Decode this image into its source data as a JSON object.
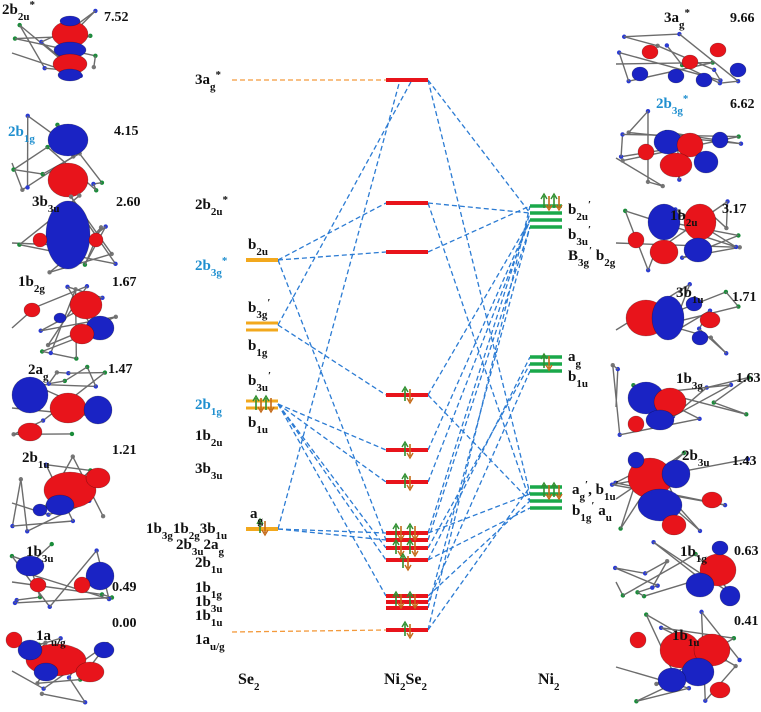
{
  "colors": {
    "red_level": "#e8141b",
    "orange_level": "#f2a81d",
    "green_level": "#1aa84a",
    "connector_blue": "#2b7bd3",
    "connector_orange": "#f39a3c",
    "orbital_red": "#e8141b",
    "orbital_blue": "#1a23c4",
    "label_blue": "#1f8fcf"
  },
  "columns": {
    "se2": "Se",
    "se2_sub": "2",
    "ni2se2": "Ni",
    "ni2se2_sub1": "2",
    "ni2se2_mid": "Se",
    "ni2se2_sub2": "2",
    "ni2": "Ni",
    "ni2_sub": "2"
  },
  "left_panel": [
    {
      "label": "2b",
      "sub": "2u",
      "sup": "*",
      "value": "7.52",
      "blue": false
    },
    {
      "label": "2b",
      "sub": "1g",
      "sup": "",
      "value": "4.15",
      "blue": true
    },
    {
      "label": "3b",
      "sub": "3u",
      "sup": "",
      "value": "2.60",
      "blue": false
    },
    {
      "label": "1b",
      "sub": "2g",
      "sup": "",
      "value": "1.67",
      "blue": false
    },
    {
      "label": "2a",
      "sub": "g",
      "sup": "",
      "value": "1.47",
      "blue": false
    },
    {
      "label": "2b",
      "sub": "1u",
      "sup": "",
      "value": "1.21",
      "blue": false
    },
    {
      "label": "1b",
      "sub": "3u",
      "sup": "",
      "value": "0.49",
      "blue": false
    },
    {
      "label": "1a",
      "sub": "u/g",
      "sup": "",
      "value": "0.00",
      "blue": false
    }
  ],
  "right_panel": [
    {
      "label": "3a",
      "sub": "g",
      "sup": "*",
      "value": "9.66",
      "blue": false
    },
    {
      "label": "2b",
      "sub": "3g",
      "sup": "*",
      "value": "6.62",
      "blue": true
    },
    {
      "label": "1b",
      "sub": "2u",
      "sup": "",
      "value": "3.17",
      "blue": false
    },
    {
      "label": "3b",
      "sub": "1u",
      "sup": "",
      "value": "1.71",
      "blue": false
    },
    {
      "label": "1b",
      "sub": "3g",
      "sup": "",
      "value": "1.63",
      "blue": false
    },
    {
      "label": "2b",
      "sub": "3u",
      "sup": "",
      "value": "1.43",
      "blue": false
    },
    {
      "label": "1b",
      "sub": "1g",
      "sup": "",
      "value": "0.63",
      "blue": false
    },
    {
      "label": "1b",
      "sub": "1u",
      "sup": "",
      "value": "0.41",
      "blue": false
    }
  ],
  "center_labels": [
    {
      "text": "3a",
      "sub": "g",
      "sup": "*",
      "blue": false
    },
    {
      "text": "2b",
      "sub": "2u",
      "sup": "*",
      "blue": false
    },
    {
      "text": "2b",
      "sub": "3g",
      "sup": "*",
      "blue": true
    },
    {
      "text": "2b",
      "sub": "1g",
      "sup": "",
      "blue": true
    },
    {
      "text": "1b",
      "sub": "2u",
      "sup": "",
      "blue": false
    },
    {
      "text": "3b",
      "sub": "3u",
      "sup": "",
      "blue": false
    },
    {
      "text": "1b",
      "sub": "3g",
      "sup": "",
      "blue": false
    },
    {
      "text": "2b",
      "sub": "3u",
      "sup": "",
      "blue": false
    },
    {
      "text": "2b",
      "sub": "1u",
      "sup": "",
      "blue": false
    },
    {
      "text": "1b",
      "sub": "1g",
      "sup": "",
      "blue": false
    },
    {
      "text": "1b",
      "sub": "3u",
      "sup": "",
      "blue": false
    },
    {
      "text": "1b",
      "sub": "1u",
      "sup": "",
      "blue": false
    },
    {
      "text": "1a",
      "sub": "u/g",
      "sup": "",
      "blue": false
    }
  ],
  "center_inline": {
    "row_a": [
      "1b",
      "3g",
      "1b",
      "2g",
      "3b",
      "1u"
    ],
    "row_b": [
      "2b",
      "3u",
      "2a",
      "g"
    ]
  },
  "se2_levels": [
    {
      "label": "b",
      "sub": "2u",
      "prime": ""
    },
    {
      "label": "b",
      "sub": "3g",
      "prime": "′"
    },
    {
      "label": "b",
      "sub": "1g",
      "prime": ""
    },
    {
      "label": "b",
      "sub": "3u",
      "prime": "′"
    },
    {
      "label": "b",
      "sub": "1u",
      "prime": ""
    },
    {
      "label": "a",
      "sub": "g",
      "prime": ""
    }
  ],
  "ni2_labels": [
    {
      "label": "b",
      "sub": "2u",
      "prime": "′"
    },
    {
      "label": "b",
      "sub": "3u",
      "prime": "′"
    },
    {
      "label": "a",
      "sub": "g",
      "prime": ""
    },
    {
      "label": "b",
      "sub": "1u",
      "prime": ""
    }
  ],
  "ni2_inline": {
    "b_row": [
      "B",
      "3g",
      "′",
      "b",
      "2g"
    ],
    "ag_row": [
      "a",
      "g",
      "′",
      "b",
      "1u",
      "′"
    ],
    "b1g_row": [
      "b",
      "1g",
      "′",
      "a",
      "u"
    ]
  }
}
